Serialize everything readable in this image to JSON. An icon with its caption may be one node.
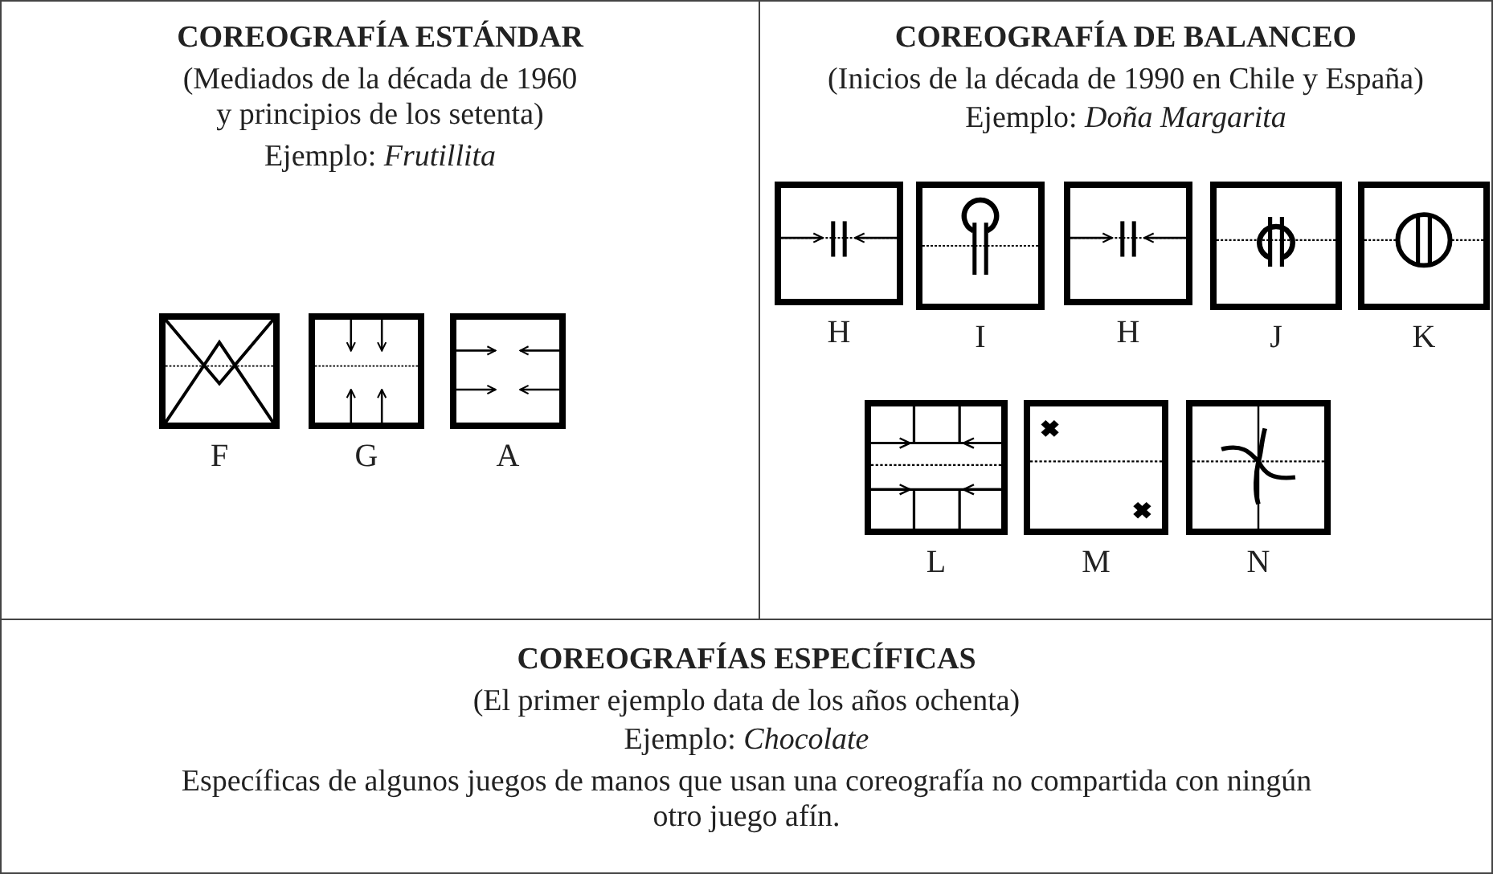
{
  "diagram": {
    "nodes": [
      {
        "text": [
          "COREOGRAFÍA ESTÁNDAR",
          "(Mediados de la década de 1960 y principios de los setenta)",
          "Ejemplo: *Frutillita*"
        ]
      },
      {
        "text": [],
        "shape": "box",
        "in": 0,
        "beside": [
          "F"
        ]
      },
      {
        "text": [],
        "shape": "box",
        "in": 0,
        "beside": [
          "G"
        ]
      },
      {
        "text": [],
        "shape": "box",
        "in": 0,
        "beside": [
          "A"
        ]
      },
      {
        "text": [
          "COREOGRAFÍA DE BALANCEO",
          "(Inicios de la década de 1990 en Chile y España)",
          "Ejemplo: *Doña Margarita*"
        ]
      },
      {
        "text": [],
        "shape": "box",
        "in": 4,
        "beside": [
          "H"
        ]
      },
      {
        "text": [],
        "shape": "box",
        "in": 4,
        "beside": [
          "I"
        ]
      },
      {
        "text": [],
        "shape": "box",
        "in": 4,
        "beside": [
          "H"
        ]
      },
      {
        "text": [],
        "shape": "box",
        "in": 4,
        "beside": [
          "J"
        ]
      },
      {
        "text": [],
        "shape": "box",
        "in": 4,
        "beside": [
          "K"
        ]
      },
      {
        "text": [],
        "shape": "box",
        "in": 4,
        "beside": [
          "L"
        ]
      },
      {
        "text": [],
        "shape": "box",
        "in": 4,
        "beside": [
          "M"
        ]
      },
      {
        "text": [],
        "shape": "box",
        "in": 4,
        "beside": [
          "N"
        ]
      },
      {
        "text": [
          "COREOGRAFÍAS ESPECÍFICAS",
          "(El primer ejemplo data de los años ochenta)",
          "Ejemplo: *Chocolate*",
          "Específicas de algunos juegos de manos que usan una coreografía no compartida con ningún otro juego afín."
        ]
      }
    ],
    "edges": []
  }
}
